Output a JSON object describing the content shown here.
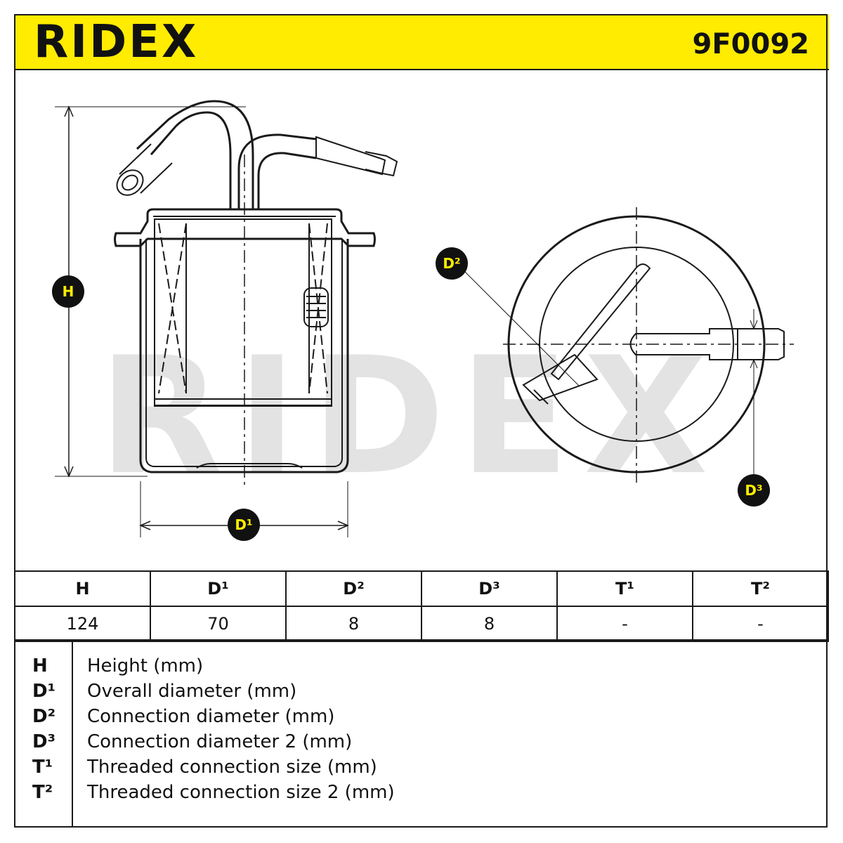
{
  "header": {
    "brand": "RIDEX",
    "part_number": "9F0092"
  },
  "watermark": "RIDEX",
  "badges": {
    "h": "H",
    "d1": "D¹",
    "d2": "D²",
    "d3": "D³"
  },
  "table": {
    "headers": [
      "H",
      "D¹",
      "D²",
      "D³",
      "T¹",
      "T²"
    ],
    "values": [
      "124",
      "70",
      "8",
      "8",
      "-",
      "-"
    ]
  },
  "legend": [
    {
      "key": "H",
      "desc": "Height (mm)"
    },
    {
      "key": "D¹",
      "desc": "Overall diameter (mm)"
    },
    {
      "key": "D²",
      "desc": "Connection diameter (mm)"
    },
    {
      "key": "D³",
      "desc": "Connection diameter 2 (mm)"
    },
    {
      "key": "T¹",
      "desc": "Threaded connection size (mm)"
    },
    {
      "key": "T²",
      "desc": "Threaded connection size 2 (mm)"
    }
  ],
  "colors": {
    "accent": "#ffec00",
    "ink": "#111111",
    "watermark": "#e3e3e3"
  }
}
